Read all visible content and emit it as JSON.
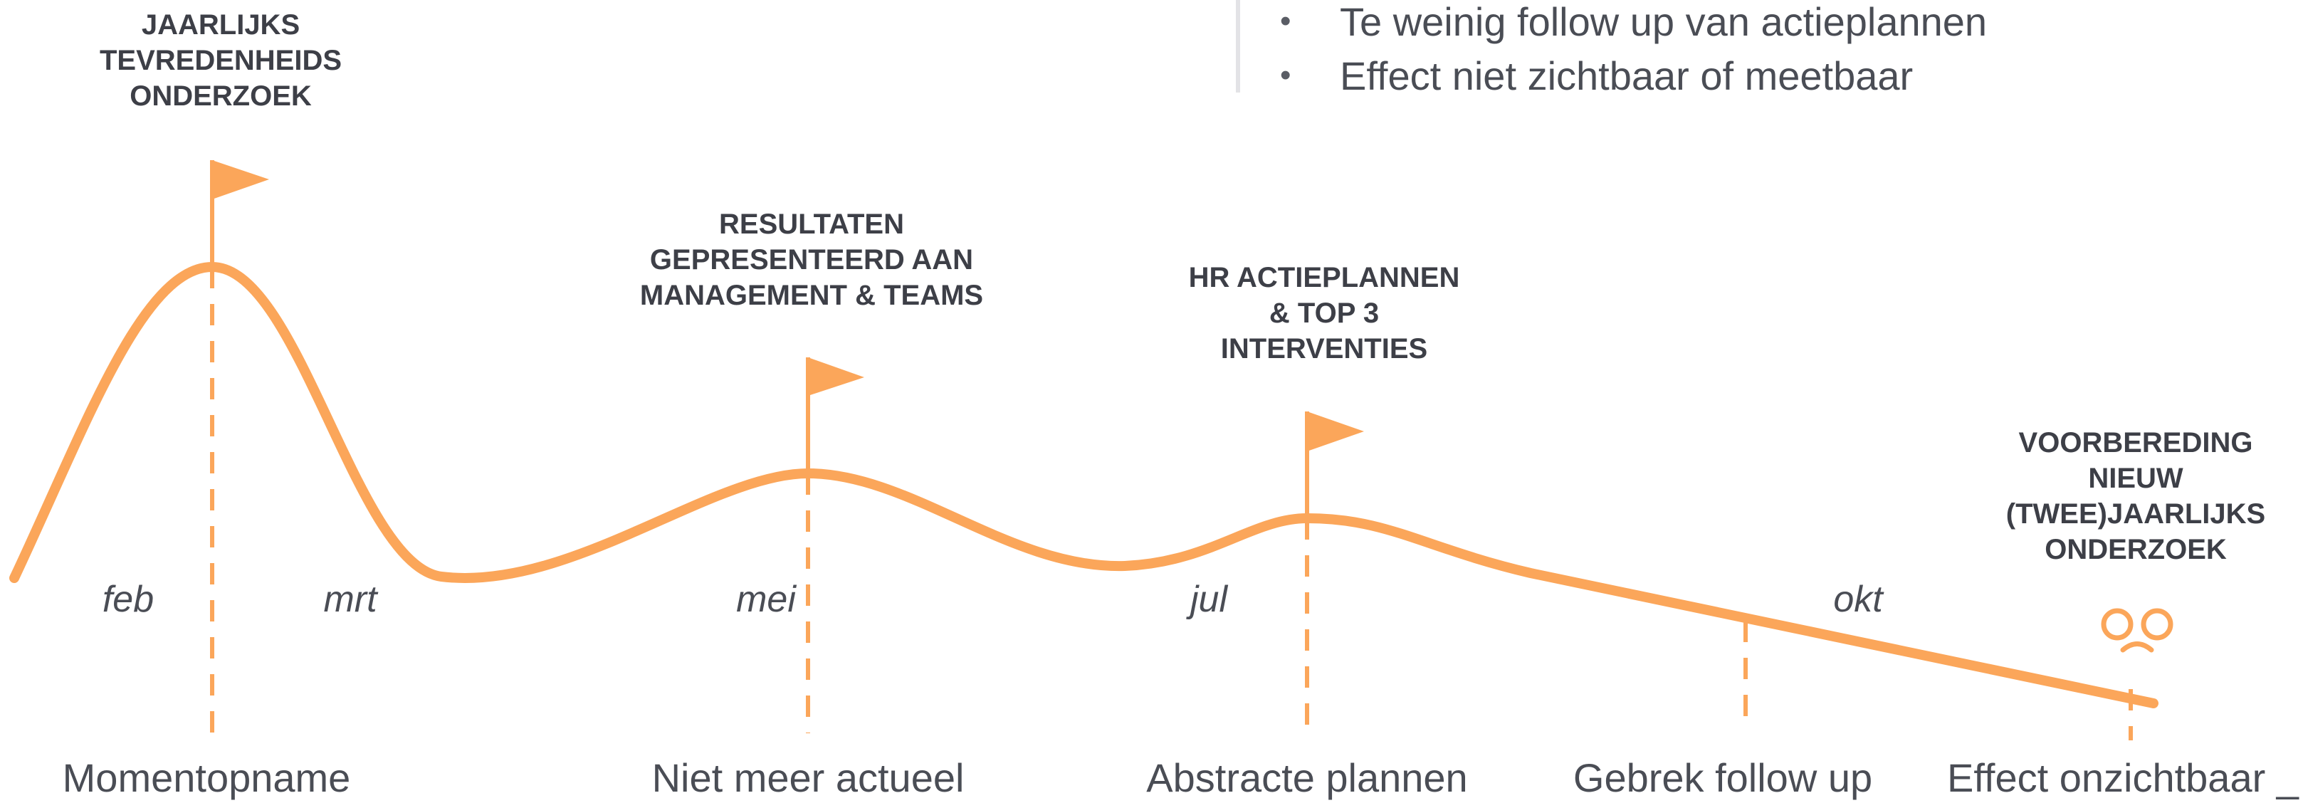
{
  "top_list": {
    "items": [
      {
        "bullet": "•",
        "text": "Te weinig follow up van actieplannen"
      },
      {
        "bullet": "•",
        "text": "Effect niet zichtbaar of meetbaar"
      }
    ]
  },
  "milestones": {
    "jaarlijks": "JAARLIJKS\nTEVREDENHEIDS\nONDERZOEK",
    "resultaten": "RESULTATEN\nGEPRESENTEERD AAN\nMANAGEMENT & TEAMS",
    "hr": "HR ACTIEPLANNEN\n& TOP 3\nINTERVENTIES",
    "voorbereiding": "VOORBEREDING\nNIEUW\n(TWEE)JAARLIJKS\nONDERZOEK"
  },
  "months": {
    "feb": "feb",
    "mrt": "mrt",
    "mei": "mei",
    "jul": "jul",
    "okt": "okt"
  },
  "phases": {
    "momentopname": "Momentopname",
    "niet_meer_actueel": "Niet meer actueel",
    "abstracte_plannen": "Abstracte plannen",
    "gebrek_follow_up": "Gebrek follow up",
    "effect_onzichtbaar": "Effect onzichtbaar _"
  },
  "colors": {
    "accent": "#fba65a",
    "text": "#3d3f47",
    "divider": "#e3e3e6"
  },
  "icons": {
    "flag": "flag-icon",
    "sad_face": "sad-face-icon"
  }
}
